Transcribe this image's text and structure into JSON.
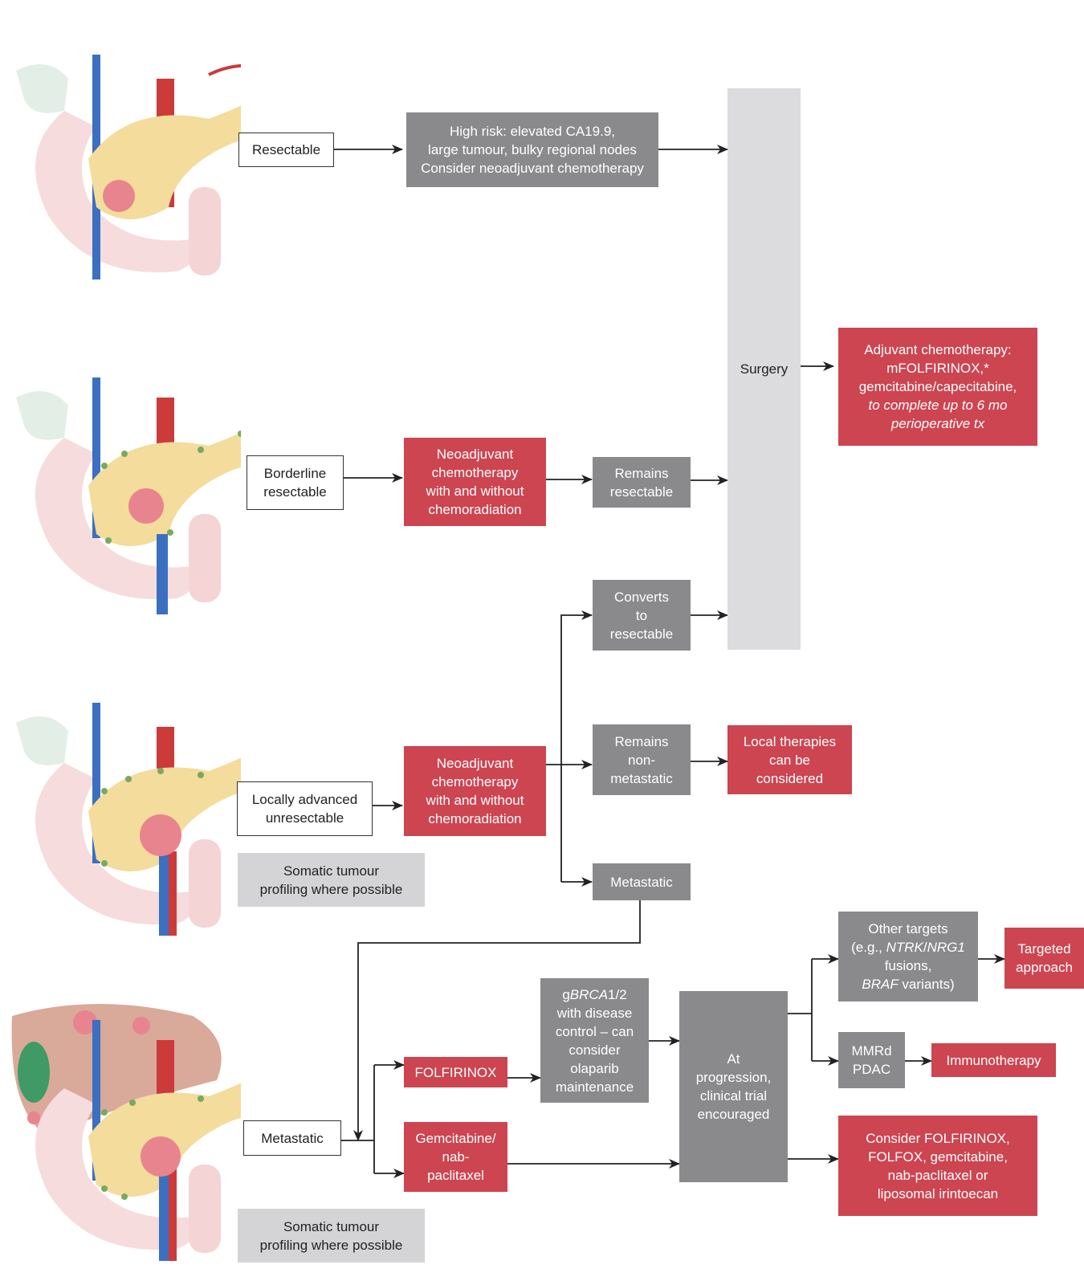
{
  "stages": {
    "resectable": "Resectable",
    "borderline": [
      "Borderline",
      "resectable"
    ],
    "locally_advanced": [
      "Locally advanced",
      "unresectable"
    ],
    "metastatic": "Metastatic"
  },
  "high_risk": [
    "High risk: elevated CA19.9,",
    "large tumour, bulky regional nodes",
    "Consider neoadjuvant chemotherapy"
  ],
  "surgery": "Surgery",
  "adjuvant": {
    "lines": [
      "Adjuvant chemotherapy:",
      "mFOLFIRINOX,*",
      "gemcitabine/capecitabine,"
    ],
    "italic_lines": [
      "to complete up to 6 mo",
      "perioperative tx"
    ]
  },
  "neoadjuvant_borderline": [
    "Neoadjuvant",
    "chemotherapy",
    "with and without",
    "chemoradiation"
  ],
  "remains_resectable": [
    "Remains",
    "resectable"
  ],
  "converts_resectable": [
    "Converts",
    "to",
    "resectable"
  ],
  "neoadjuvant_la": [
    "Neoadjuvant",
    "chemotherapy",
    "with and without",
    "chemoradiation"
  ],
  "remains_nonmetastatic": [
    "Remains",
    "non-",
    "metastatic"
  ],
  "local_therapies": [
    "Local therapies",
    "can be",
    "considered"
  ],
  "metastatic_outcome": "Metastatic",
  "somatic_profiling": [
    "Somatic tumour",
    "profiling where possible"
  ],
  "folfirinox": "FOLFIRINOX",
  "gem_nab": [
    "Gemcitabine/",
    "nab-",
    "paclitaxel"
  ],
  "gbrca": {
    "line1_prefix": "g",
    "line1_italic": "BRCA",
    "line1_suffix": "1/2",
    "lines": [
      "with disease",
      "control – can",
      "consider",
      "olaparib",
      "maintenance"
    ]
  },
  "progression": [
    "At",
    "progression,",
    "clinical trial",
    "encouraged"
  ],
  "other_targets": {
    "line1": "Other targets",
    "line2_prefix": "(e.g., ",
    "line2_italic_a": "NTRK",
    "line2_sep": "/",
    "line2_italic_b": "NRG1",
    "line3": "fusions,",
    "line4_italic": "BRAF",
    "line4_suffix": " variants)"
  },
  "targeted": [
    "Targeted",
    "approach"
  ],
  "mmrd": [
    "MMRd",
    "PDAC"
  ],
  "immunotherapy": "Immunotherapy",
  "second_line": [
    "Consider FOLFIRINOX,",
    "FOLFOX, gemcitabine,",
    "nab-paclitaxel or",
    "liposomal irintoecan"
  ],
  "colors": {
    "red": "#cc4551",
    "gray": "#8a8a8c",
    "light_gray": "#d4d4d6",
    "pancreas": "#f3dc9c",
    "tumour": "#e8848e",
    "duodenum": "#f6dcdc",
    "artery": "#cc3a3a",
    "vein": "#3b6fc0",
    "spleen": "#ebe3ea",
    "nodes": "#7aa860",
    "gallbladder": "#3f9a65",
    "liver": "#b98a7a"
  },
  "icons": [
    "pancreas-resectable-illustration",
    "pancreas-borderline-illustration",
    "pancreas-locally-advanced-illustration",
    "pancreas-metastatic-illustration"
  ]
}
